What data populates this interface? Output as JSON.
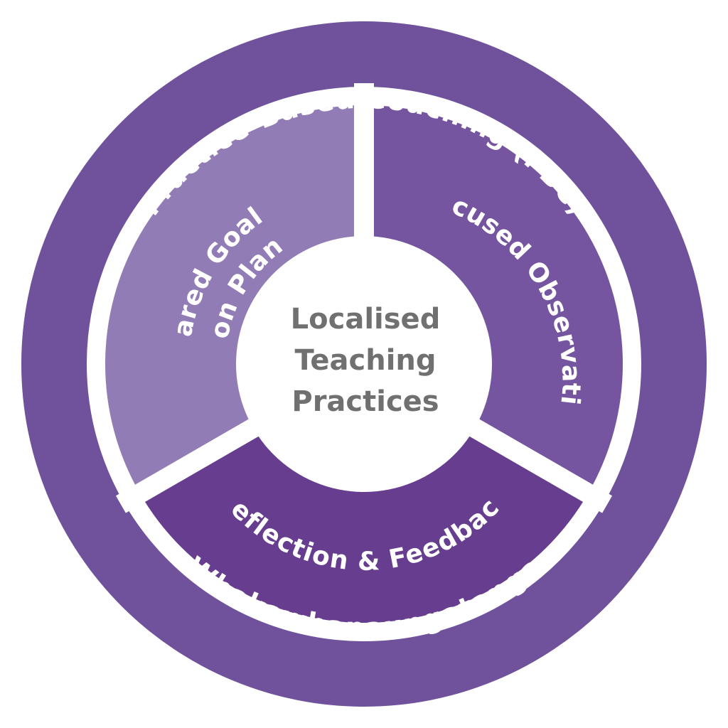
{
  "outer_ring": {
    "top_label": "Practice-Based Coaching (PBC)",
    "bottom_label": "Whakawhanaungatanga"
  },
  "segments": [
    {
      "id": "shared-goals",
      "lines": [
        "Shared Goals &",
        "Action Planning"
      ],
      "color": "#927cb5"
    },
    {
      "id": "focused-observation",
      "lines": [
        "Focused Observation"
      ],
      "color": "#7555a0"
    },
    {
      "id": "reflection-feedback",
      "lines": [
        "Reflection & Feedback"
      ],
      "color": "#673d90"
    }
  ],
  "center": {
    "lines": [
      "Localised",
      "Teaching",
      "Practices"
    ]
  },
  "colors": {
    "outer_ring": "#6f519c",
    "center_text": "#707070",
    "separator": "#ffffff"
  }
}
